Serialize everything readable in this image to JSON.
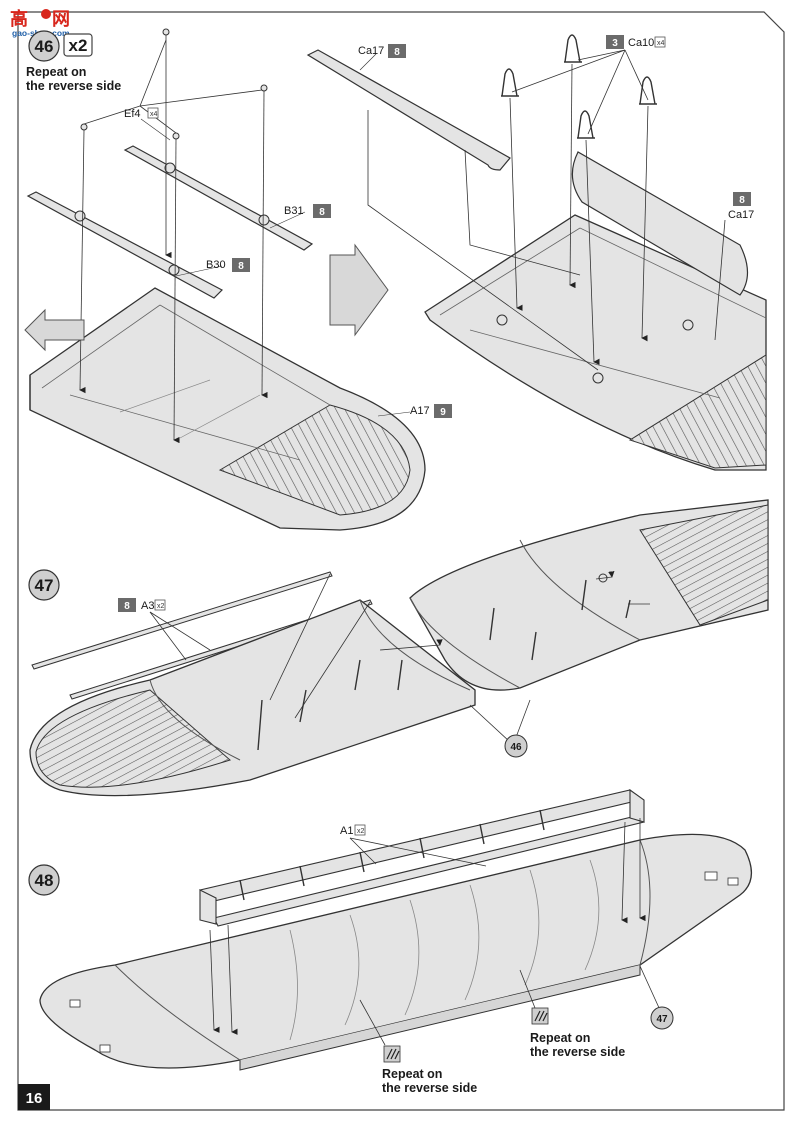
{
  "watermark": {
    "cn_char_1": "高",
    "cn_char_2": "网",
    "url": "gao-shan.com",
    "colors": {
      "red": "#d8261c",
      "blue": "#1f5fa8"
    }
  },
  "page": {
    "number": "16"
  },
  "colors": {
    "part_fill": "#e4e4e4",
    "part_stroke": "#333333",
    "badge_fill": "#6b6b6b",
    "step_circle_fill": "#cfcfcf",
    "arrow_fill": "#d8d8d8"
  },
  "steps": {
    "s46": {
      "number": "46",
      "multiplier": "x2",
      "note_line1": "Repeat on",
      "note_line2": "the reverse side",
      "parts": {
        "ef4": {
          "code": "Ef4",
          "qty_icon": "x4"
        },
        "b31": {
          "code": "B31",
          "badge": "8"
        },
        "b30": {
          "code": "B30",
          "badge": "8"
        },
        "a17": {
          "code": "A17",
          "badge": "9"
        },
        "ca17_top": {
          "code": "Ca17",
          "badge": "8"
        },
        "ca10": {
          "code": "Ca10",
          "badge": "3",
          "qty_icon": "x4"
        },
        "ca17_side": {
          "code": "Ca17",
          "badge": "8"
        }
      }
    },
    "s47": {
      "number": "47",
      "part_a3": {
        "code": "A3",
        "badge": "8",
        "qty_icon": "x2"
      },
      "ref": "46"
    },
    "s48": {
      "number": "48",
      "part_a1": {
        "code": "A1",
        "qty_icon": "x2"
      },
      "ref": "47",
      "note_right_line1": "Repeat on",
      "note_right_line2": "the reverse side",
      "note_left_line1": "Repeat on",
      "note_left_line2": "the reverse side",
      "mirror_icon": "mirror-icon"
    }
  }
}
